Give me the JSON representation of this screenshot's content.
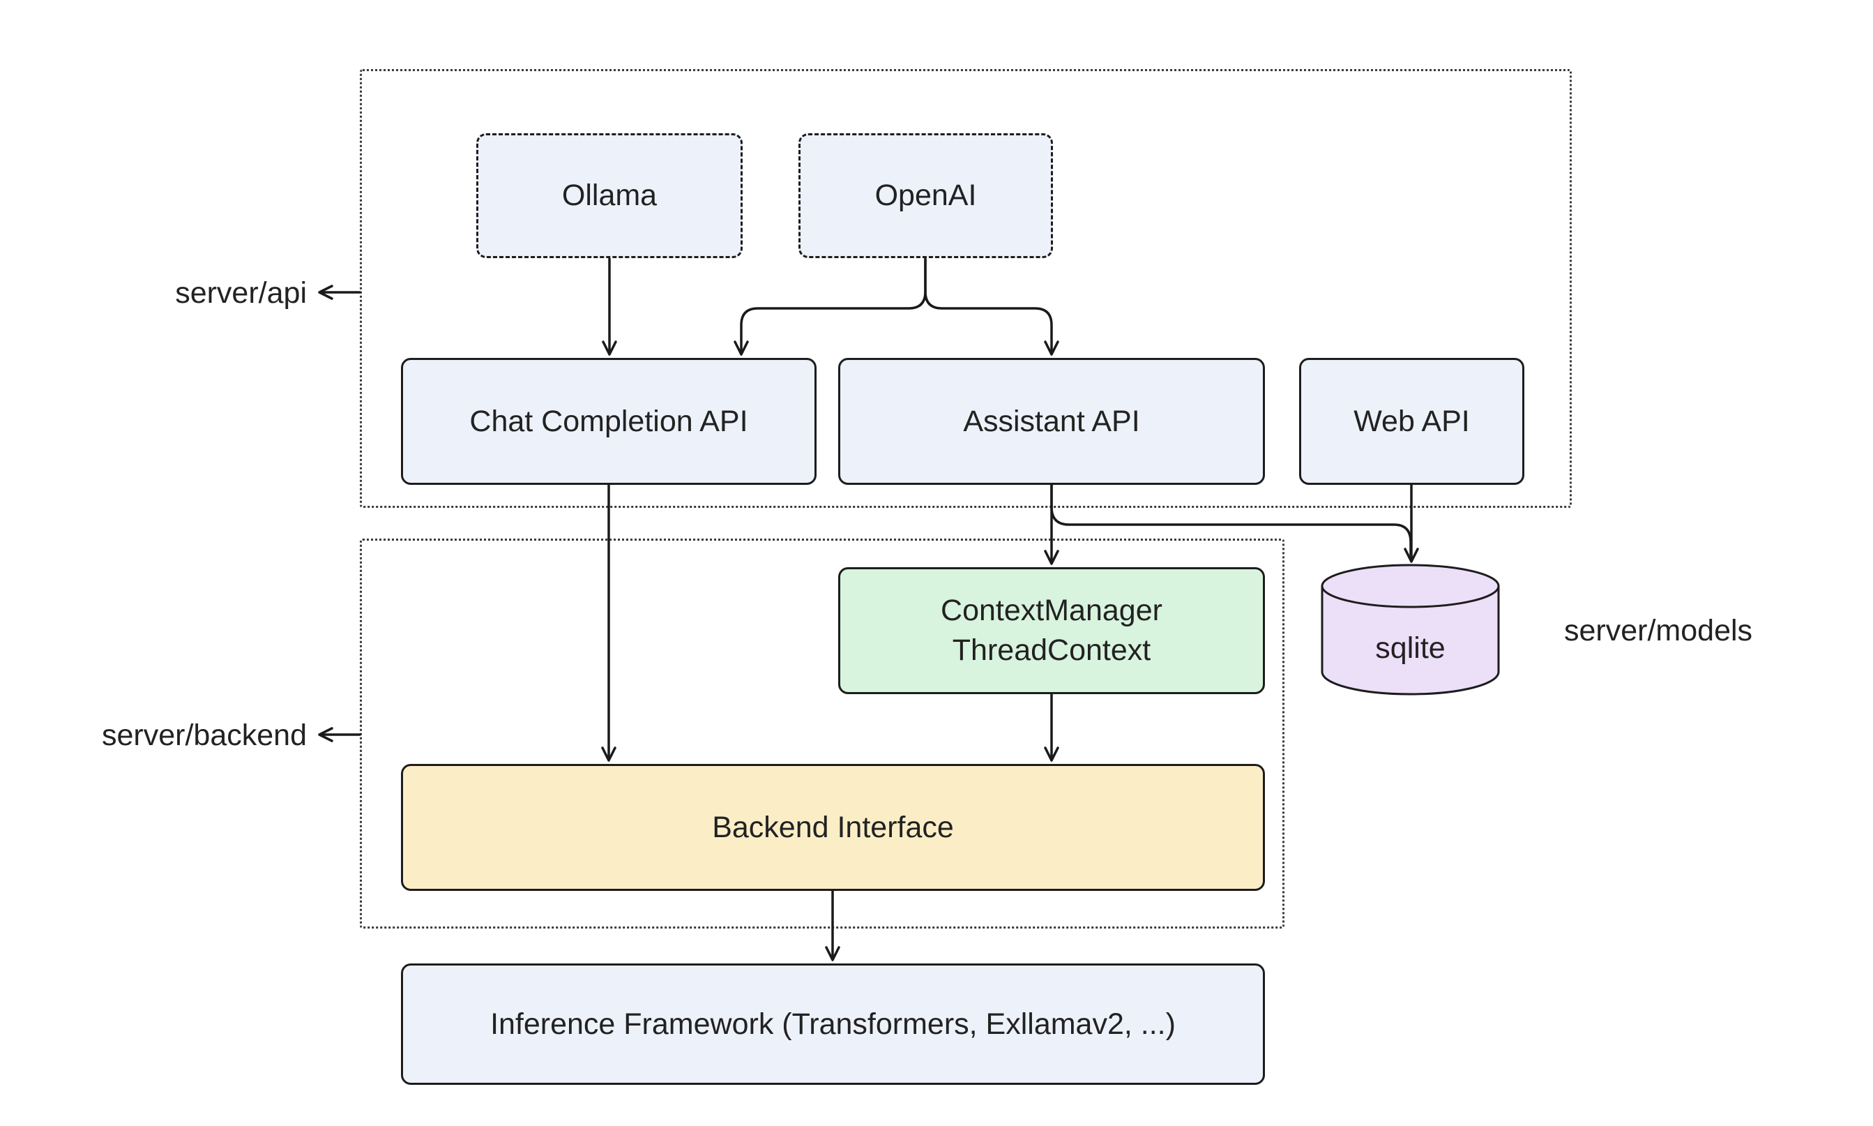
{
  "diagram": {
    "group_labels": {
      "server_api": "server/api",
      "server_backend": "server/backend",
      "server_models": "server/models"
    },
    "nodes": {
      "ollama": "Ollama",
      "openai": "OpenAI",
      "chat_completion_api": "Chat Completion API",
      "assistant_api": "Assistant API",
      "web_api": "Web API",
      "context_manager_line1": "ContextManager",
      "context_manager_line2": "ThreadContext",
      "sqlite": "sqlite",
      "backend_interface": "Backend Interface",
      "inference_framework": "Inference Framework (Transformers, Exllamav2, ...)"
    },
    "edges": [
      "Ollama -> Chat Completion API",
      "OpenAI -> Chat Completion API",
      "OpenAI -> Assistant API",
      "Chat Completion API -> Backend Interface",
      "Assistant API -> ContextManager/ThreadContext",
      "Assistant API -> sqlite",
      "Web API -> sqlite",
      "ContextManager/ThreadContext -> Backend Interface",
      "Backend Interface -> Inference Framework"
    ],
    "colors": {
      "node_blue": "#edf1fa",
      "node_green": "#d8f3de",
      "node_yellow": "#fbeec7",
      "node_purple": "#ecdff8",
      "stroke": "#1a1a1a",
      "background": "#ffffff"
    }
  }
}
